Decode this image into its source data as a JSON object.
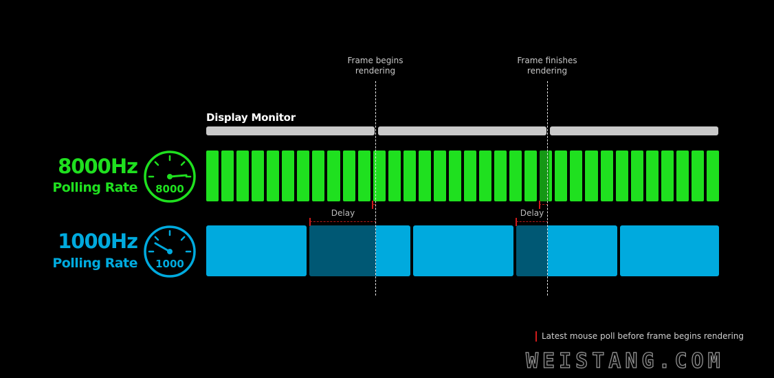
{
  "colors": {
    "background": "#000000",
    "monitor": "#c9c9c9",
    "green": "#1fe01f",
    "blue": "#00aade",
    "delay_marker": "#d21b1b"
  },
  "frame_begins_label": "Frame begins\nrendering",
  "frame_finishes_label": "Frame finishes\nrendering",
  "display_monitor_label": "Display Monitor",
  "rate_8000": {
    "hz": "8000Hz",
    "label": "Polling Rate",
    "gauge_value": "8000",
    "color": "#1fe01f",
    "icon": "speedometer-icon"
  },
  "rate_1000": {
    "hz": "1000Hz",
    "label": "Polling Rate",
    "gauge_value": "1000",
    "color": "#00aade",
    "icon": "speedometer-icon"
  },
  "delay_label_1": "Delay",
  "delay_label_2": "Delay",
  "legend": {
    "text": "Latest mouse poll before frame begins rendering",
    "icon": "red-tick-marker"
  },
  "watermark": "WEISTANG.COM"
}
